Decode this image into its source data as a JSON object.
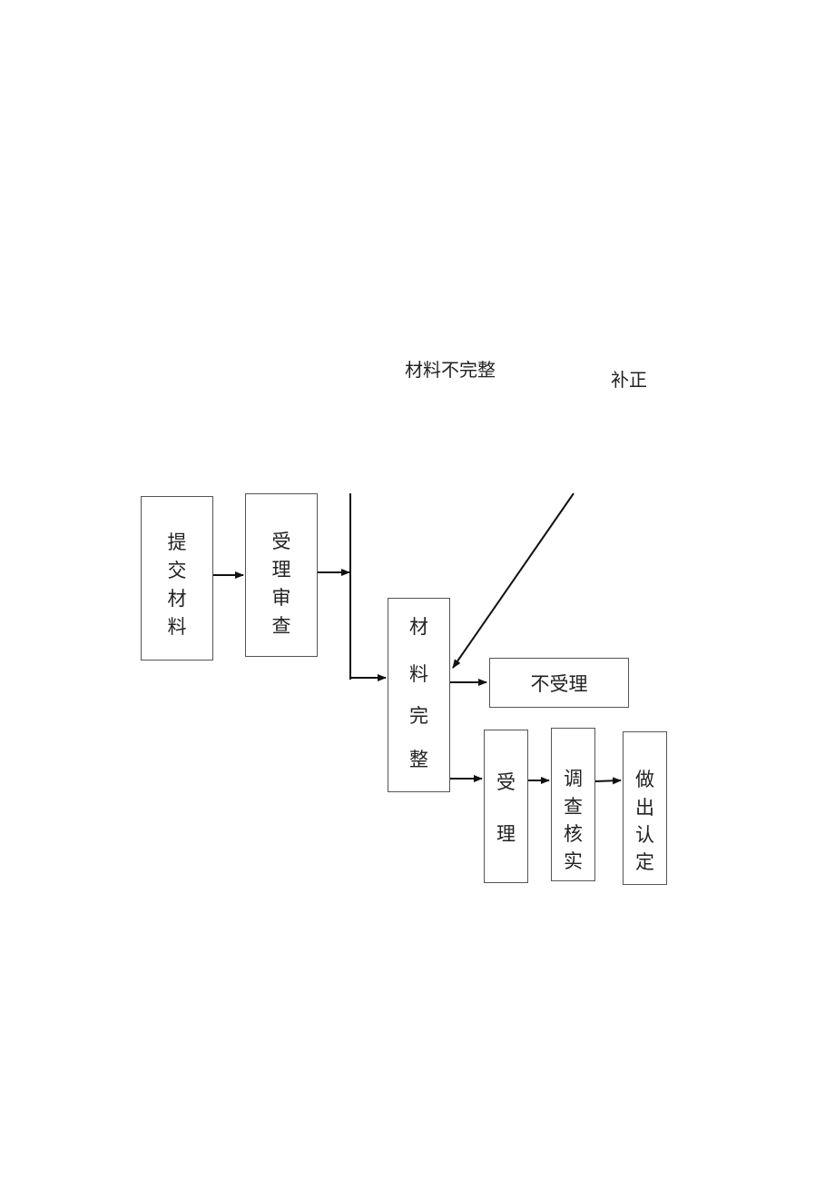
{
  "labels": {
    "incomplete": "材料不完整",
    "supplement": "补正"
  },
  "boxes": {
    "submit": [
      "提",
      "交",
      "材",
      "料"
    ],
    "review": [
      "受",
      "理",
      "审",
      "查"
    ],
    "complete": [
      "材",
      "料",
      "完",
      "整"
    ],
    "reject": "不受理",
    "accept": [
      "受",
      "理"
    ],
    "investigate": [
      "调",
      "查",
      "核",
      "实"
    ],
    "decision": [
      "做",
      "出",
      "认",
      "定"
    ]
  }
}
